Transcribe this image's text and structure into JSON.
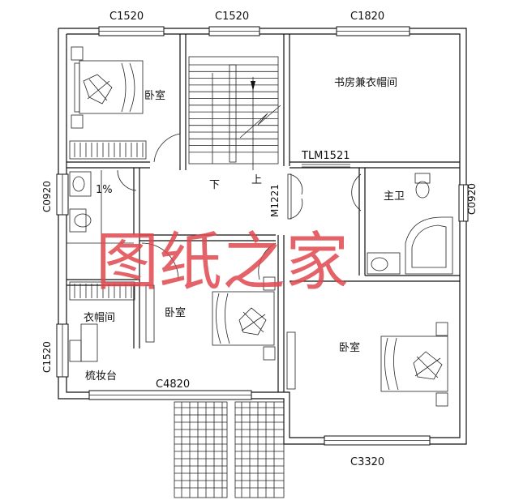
{
  "windows": {
    "top_left": "C1520",
    "top_mid": "C1520",
    "top_right": "C1820",
    "left_upper": "C0920",
    "left_lower": "C1520",
    "right_mid": "C0920",
    "bottom_left": "C4820",
    "bottom_right": "C3320"
  },
  "doors": {
    "sliding": "TLM1521",
    "door": "M1221"
  },
  "rooms": {
    "bedroom_top_left": "卧室",
    "study_closet": "书房兼衣帽间",
    "master_bath": "主卫",
    "closet": "衣帽间",
    "bedroom_middle": "卧室",
    "bedroom_right": "卧室",
    "dresser": "梳妆台"
  },
  "stairs": {
    "down": "下",
    "up": "上"
  },
  "slope": "1%",
  "watermark": "图纸之家"
}
